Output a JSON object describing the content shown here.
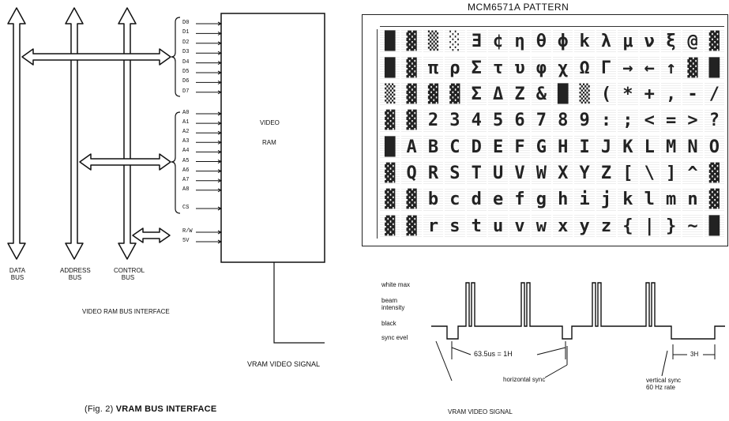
{
  "left_diagram": {
    "buses": [
      {
        "line1": "DATA",
        "line2": "BUS"
      },
      {
        "line1": "ADDRESS",
        "line2": "BUS"
      },
      {
        "line1": "CONTROL",
        "line2": "BUS"
      }
    ],
    "ram_label_line1": "VIDEO",
    "ram_label_line2": "RAM",
    "data_pins": [
      "D0",
      "D1",
      "D2",
      "D3",
      "D4",
      "D5",
      "D6",
      "D7"
    ],
    "address_pins": [
      "A0",
      "A1",
      "A2",
      "A3",
      "A4",
      "A5",
      "A6",
      "A7",
      "A8"
    ],
    "cs_pin": "CS",
    "rw_pin": "R/W",
    "power_pin": "5V",
    "interface_label": "VIDEO RAM BUS INTERFACE",
    "vram_signal_label": "VRAM VIDEO SIGNAL",
    "figure_caption_prefix": "(Fig. 2)",
    "figure_caption_title": "VRAM BUS INTERFACE"
  },
  "pattern": {
    "title": "MCM6571A PATTERN",
    "rows": 8,
    "cols": 16,
    "glyphs": [
      "█",
      "▓",
      "▒",
      "░",
      "Ǝ",
      "¢",
      "η",
      "θ",
      "ϕ",
      "k",
      "λ",
      "μ",
      "ν",
      "ξ",
      "@",
      "▓",
      "█",
      "▓",
      "π",
      "ρ",
      "Σ",
      "τ",
      "υ",
      "φ",
      "χ",
      "Ω",
      "Γ",
      "→",
      "←",
      "↑",
      "▓",
      "█",
      "▒",
      "▓",
      "▓",
      "▓",
      "Σ",
      "Δ",
      "Z",
      "&",
      "█",
      "▒",
      "(",
      "*",
      "+",
      "‚",
      "-",
      "/",
      "▓",
      "▓",
      "2",
      "3",
      "4",
      "5",
      "6",
      "7",
      "8",
      "9",
      ":",
      ";",
      "<",
      "=",
      ">",
      "?",
      "█",
      "A",
      "B",
      "C",
      "D",
      "E",
      "F",
      "G",
      "H",
      "I",
      "J",
      "K",
      "L",
      "M",
      "N",
      "O",
      "▓",
      "Q",
      "R",
      "S",
      "T",
      "U",
      "V",
      "W",
      "X",
      "Y",
      "Z",
      "[",
      "\\",
      "]",
      "^",
      "▓",
      "▓",
      "▓",
      "b",
      "c",
      "d",
      "e",
      "f",
      "g",
      "h",
      "i",
      "j",
      "k",
      "l",
      "m",
      "n",
      "▓",
      "▓",
      "▓",
      "r",
      "s",
      "t",
      "u",
      "v",
      "w",
      "x",
      "y",
      "z",
      "{",
      "|",
      "}",
      "~",
      "█"
    ]
  },
  "waveform": {
    "labels": {
      "white_max": "white max",
      "beam": "beam",
      "intensity": "intensity",
      "black": "black",
      "sync_level": "sync  evel"
    },
    "timing_label": "63.5us = 1H",
    "horizontal_sync": "horizontal sync",
    "vertical_sync_line1": "vertical sync",
    "vertical_sync_line2": "60 Hz rate",
    "three_h": "3H",
    "caption": "VRAM VIDEO SIGNAL"
  }
}
